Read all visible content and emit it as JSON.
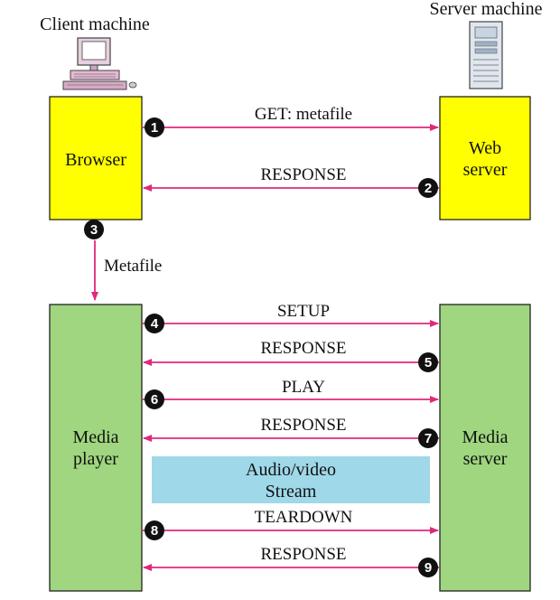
{
  "labels": {
    "client_machine": "Client machine",
    "server_machine": "Server machine"
  },
  "nodes": {
    "browser": "Browser",
    "web_server": [
      "Web",
      "server"
    ],
    "media_player": [
      "Media",
      "player"
    ],
    "media_server": [
      "Media",
      "server"
    ],
    "av_stream": [
      "Audio/video",
      "Stream"
    ]
  },
  "messages": [
    {
      "step": "1",
      "label": "GET: metafile"
    },
    {
      "step": "2",
      "label": "RESPONSE"
    },
    {
      "step": "3",
      "label": "Metafile"
    },
    {
      "step": "4",
      "label": "SETUP"
    },
    {
      "step": "5",
      "label": "RESPONSE"
    },
    {
      "step": "6",
      "label": "PLAY"
    },
    {
      "step": "7",
      "label": "RESPONSE"
    },
    {
      "step": "8",
      "label": "TEARDOWN"
    },
    {
      "step": "9",
      "label": "RESPONSE"
    }
  ],
  "colors": {
    "browser_fill": "#ffff00",
    "media_fill": "#9fd67f",
    "stream_fill": "#9fd8e8",
    "arrow": "#e0287c",
    "badge": "#111111"
  },
  "icons": {
    "client": "desktop-computer-icon",
    "server": "server-tower-icon"
  }
}
